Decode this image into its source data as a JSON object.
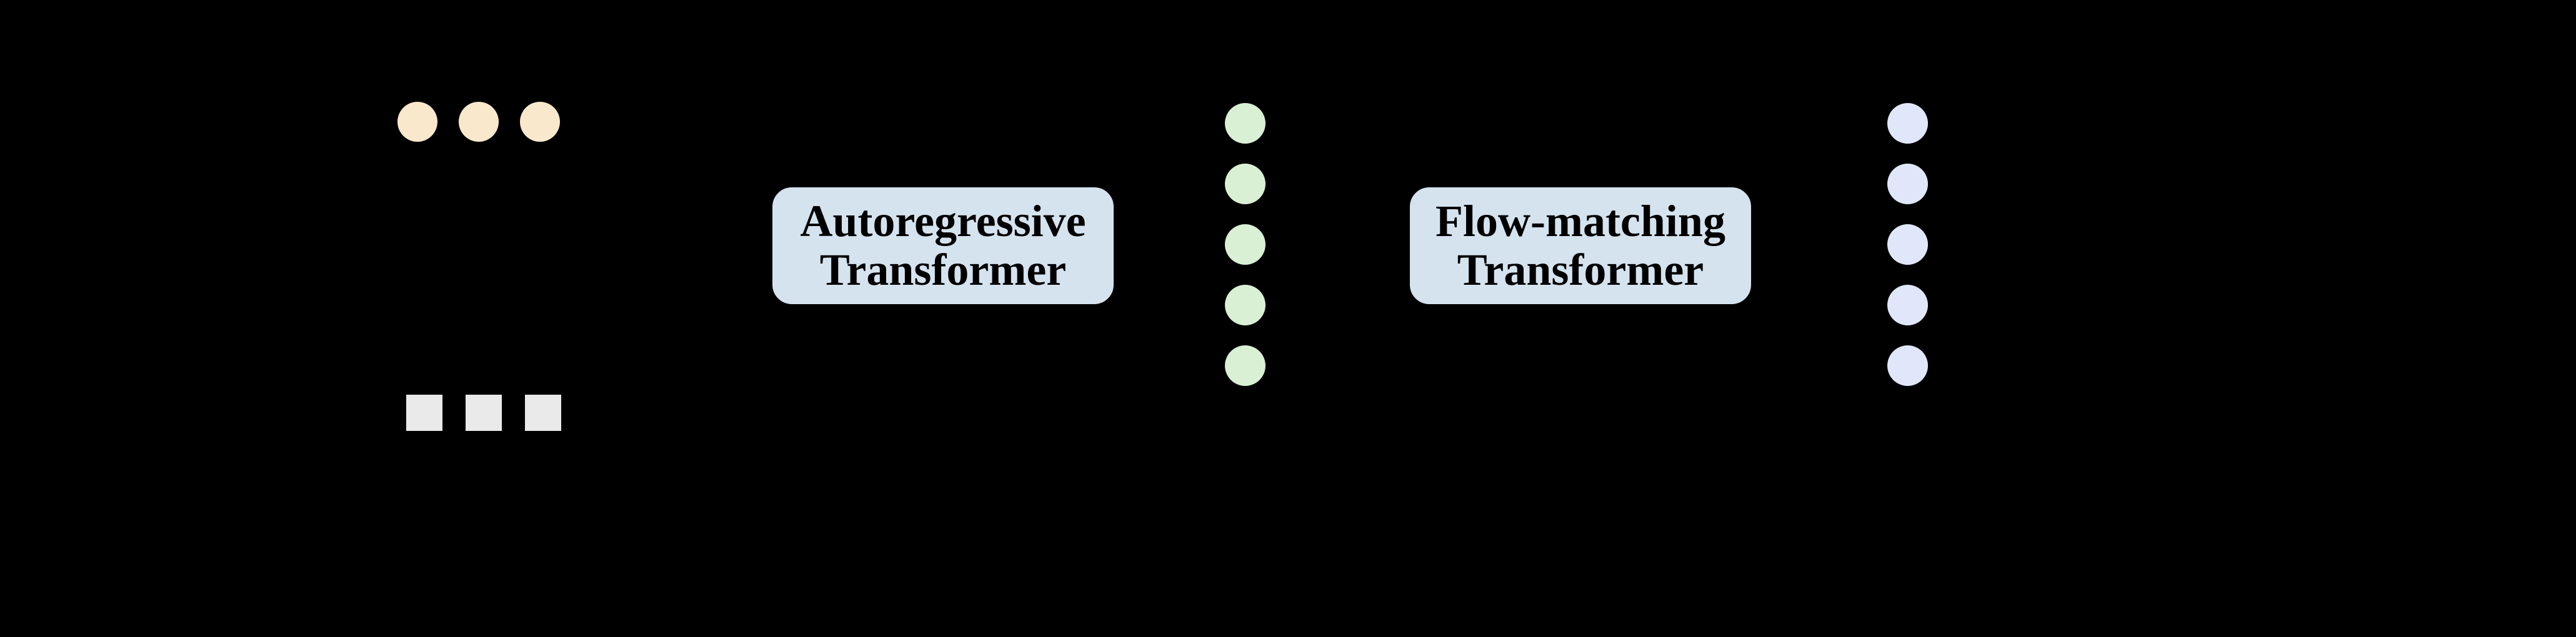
{
  "figure": {
    "blocks": {
      "autoregressive_transformer": {
        "line1": "Autoregressive",
        "line2": "Transformer"
      },
      "flow_matching_transformer": {
        "line1": "Flow-matching",
        "line2": "Transformer"
      }
    },
    "token_groups": {
      "cream_circle_row": {
        "shape": "circle",
        "count": 3,
        "color": "cream"
      },
      "gray_square_row": {
        "shape": "square",
        "count": 3,
        "color": "gray"
      },
      "green_circle_column": {
        "shape": "circle",
        "count": 5,
        "color": "green"
      },
      "lavender_circle_column": {
        "shape": "circle",
        "count": 5,
        "color": "lavender"
      }
    },
    "colors": {
      "background": "#000000",
      "cream": "#F9E8CC",
      "gray": "#EAEAEA",
      "green": "#D9F0D4",
      "lavender": "#E1E7FA",
      "box_fill": "#D5E3EF",
      "box_text": "#000000"
    }
  }
}
